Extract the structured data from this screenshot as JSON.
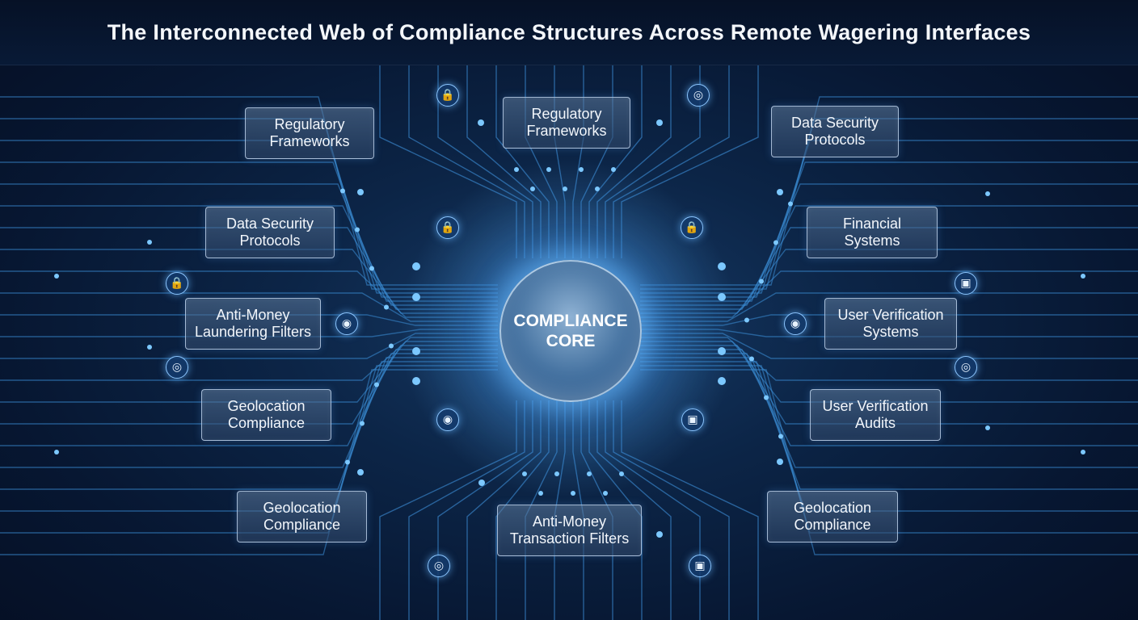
{
  "title": "The Interconnected Web of Compliance Structures Across Remote Wagering Interfaces",
  "core": {
    "line1": "COMPLIANCE",
    "line2": "CORE"
  },
  "nodes": [
    {
      "id": "left-1",
      "line1": "Regulatory",
      "line2": "Frameworks"
    },
    {
      "id": "top-center",
      "line1": "Regulatory",
      "line2": "Frameworks"
    },
    {
      "id": "right-1",
      "line1": "Data Security",
      "line2": "Protocols"
    },
    {
      "id": "left-2",
      "line1": "Data Security",
      "line2": "Protocols"
    },
    {
      "id": "right-2",
      "line1": "Financial",
      "line2": "Systems"
    },
    {
      "id": "left-3",
      "line1": "Anti-Money",
      "line2": "Laundering Filters"
    },
    {
      "id": "right-3",
      "line1": "User Verification",
      "line2": "Systems"
    },
    {
      "id": "left-4",
      "line1": "Geolocation",
      "line2": "Compliance"
    },
    {
      "id": "right-4",
      "line1": "User Verification",
      "line2": "Audits"
    },
    {
      "id": "left-5",
      "line1": "Geolocation",
      "line2": "Compliance"
    },
    {
      "id": "bottom-center",
      "line1": "Anti-Money",
      "line2": "Transaction Filters"
    },
    {
      "id": "right-5",
      "line1": "Geolocation",
      "line2": "Compliance"
    }
  ],
  "icons": [
    {
      "type": "lock-icon",
      "glyph": "🔒"
    },
    {
      "type": "globe-icon",
      "glyph": "◎"
    },
    {
      "type": "lock-icon",
      "glyph": "🔒"
    },
    {
      "type": "lock-icon",
      "glyph": "🔒"
    },
    {
      "type": "lock-icon",
      "glyph": "🔒"
    },
    {
      "type": "chip-icon",
      "glyph": "▣"
    },
    {
      "type": "fingerprint-icon",
      "glyph": "◉"
    },
    {
      "type": "fingerprint-icon",
      "glyph": "◉"
    },
    {
      "type": "globe-icon",
      "glyph": "◎"
    },
    {
      "type": "globe-icon",
      "glyph": "◎"
    },
    {
      "type": "fingerprint-icon",
      "glyph": "◉"
    },
    {
      "type": "chip-icon",
      "glyph": "▣"
    },
    {
      "type": "globe-icon",
      "glyph": "◎"
    },
    {
      "type": "chip-icon",
      "glyph": "▣"
    }
  ],
  "colors": {
    "accent": "#5ab4ff",
    "background": "#0a2040",
    "node_border": "#cde1fa"
  }
}
